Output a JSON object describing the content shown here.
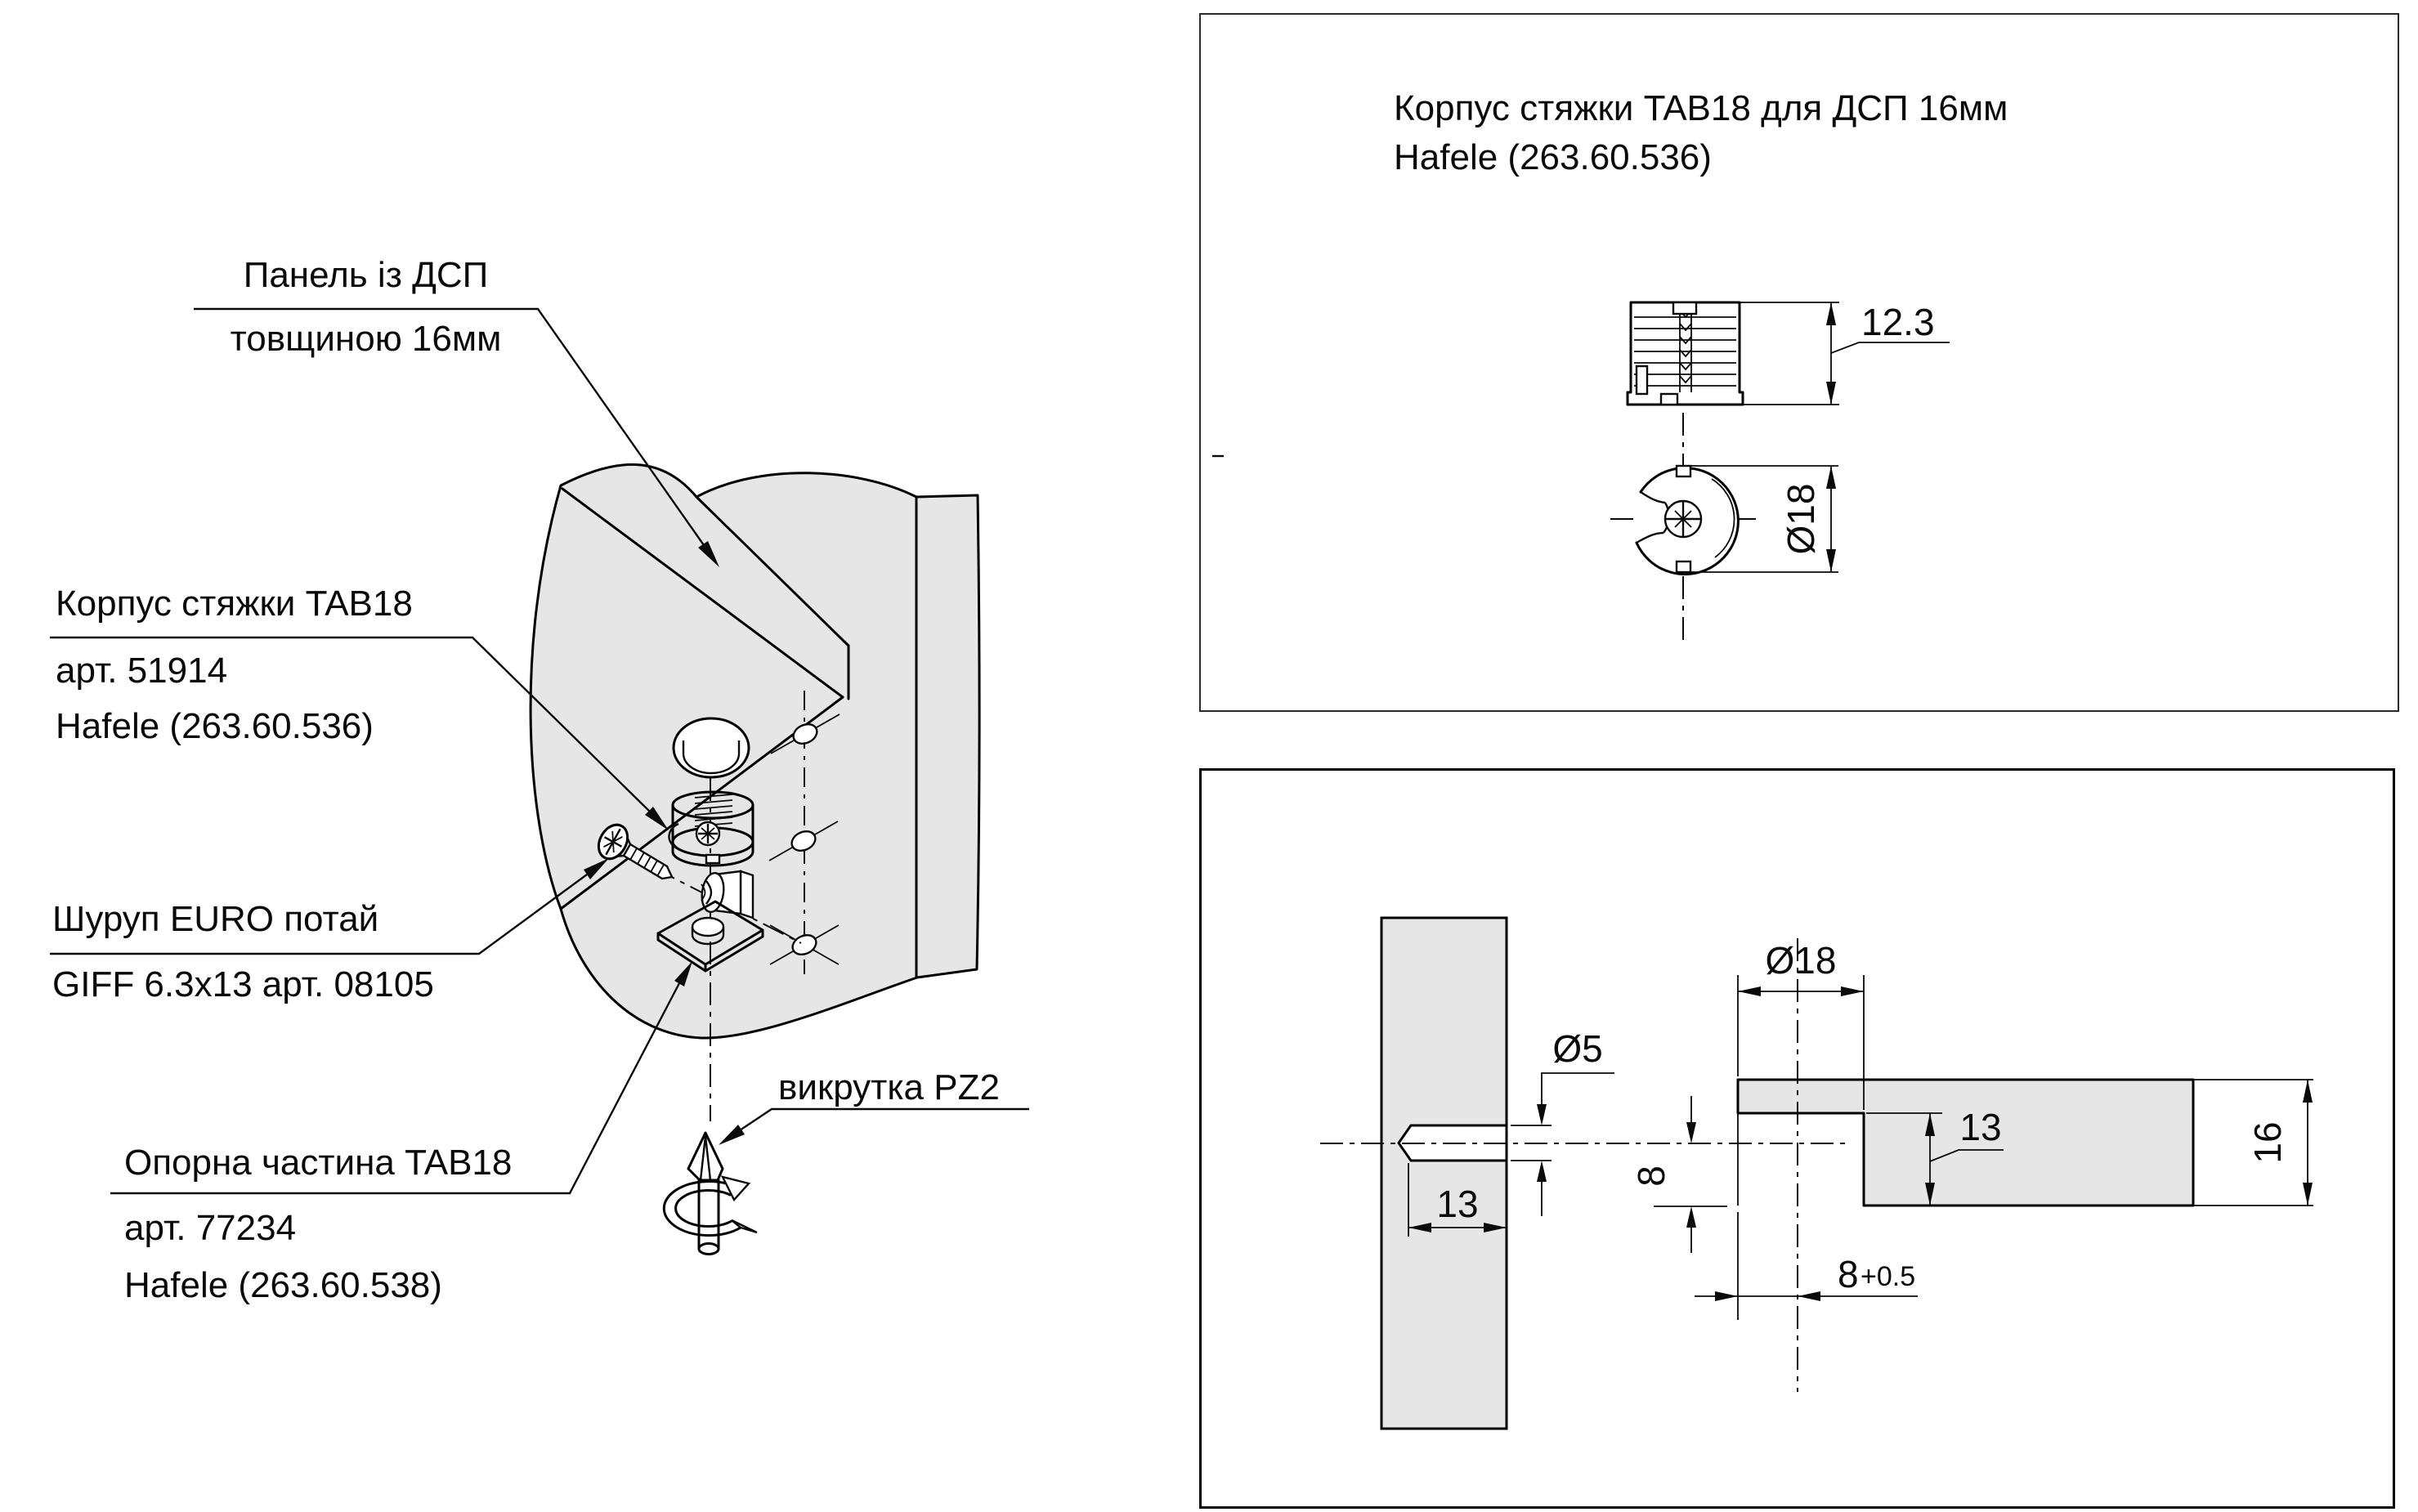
{
  "assembly": {
    "labels": {
      "panel": {
        "line1": "Панель із ДСП",
        "line2": "товщиною 16мм"
      },
      "cam_body": {
        "line1": "Корпус стяжки TAB18",
        "line2": "арт. 51914",
        "line3": "Hafele (263.60.536)"
      },
      "euro_screw": {
        "line1": "Шуруп EURO потай",
        "line2": "GIFF 6.3x13 арт. 08105"
      },
      "support": {
        "line1": "Опорна частина TAB18",
        "line2": "арт. 77234",
        "line3": "Hafele (263.60.538)"
      },
      "screwdriver": "викрутка PZ2"
    }
  },
  "top_box": {
    "title_line1": "Корпус стяжки TAB18 для ДСП 16мм",
    "title_line2": "Hafele (263.60.536)",
    "dims": {
      "height": "12.3",
      "diameter": "Ø18"
    }
  },
  "bottom_box": {
    "dims": {
      "pilot_diameter": "Ø5",
      "pilot_depth": "13",
      "hole_diameter": "Ø18",
      "hole_depth": "13",
      "axis_offset": "8",
      "edge_distance": "8",
      "edge_tolerance": "+0.5",
      "panel_thickness": "16"
    }
  },
  "colors": {
    "panel_fill": "#e6e6e6",
    "line": "#000000"
  }
}
